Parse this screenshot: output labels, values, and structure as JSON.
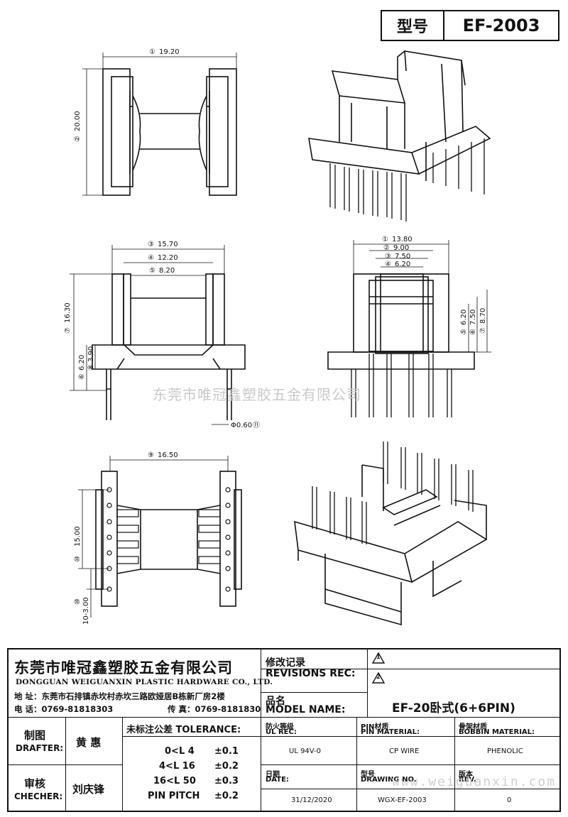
{
  "header": {
    "model_label": "型号",
    "model_value": "EF-2003"
  },
  "views": {
    "top": {
      "d1": "19.20",
      "d2": "20.00",
      "m1": "①",
      "m2": "②"
    },
    "front": {
      "d3": "15.70",
      "d4": "12.20",
      "d5": "8.20",
      "d6": "16.30",
      "d7": "6.20",
      "d8": "3.90",
      "d9": "Φ0.60",
      "m3": "③",
      "m4": "④",
      "m5": "⑤",
      "m6": "⑦",
      "m7": "⑥",
      "m8": "⑧",
      "m9": "⑪"
    },
    "side": {
      "d1": "13.80",
      "d2": "9.00",
      "d3": "7.50",
      "d4": "6.20",
      "d5": "6.20",
      "d6": "7.50",
      "d7": "8.70",
      "m1": "①",
      "m2": "②",
      "m3": "③",
      "m4": "④",
      "m5": "⑤",
      "m6": "⑥",
      "m7": "⑦"
    },
    "bottom": {
      "d1": "16.50",
      "d2": "15.00",
      "d3": "10-3.00",
      "m1": "⑨",
      "m2": "⑩",
      "m3": "⑩"
    }
  },
  "watermark": {
    "company": "东莞市唯冠鑫塑胶五金有限公司",
    "website": "www.weiguanxin.com"
  },
  "title_block": {
    "company_cn": "东莞市唯冠鑫塑胶五金有限公司",
    "company_en": "DONGGUAN WEIGUANXIN PLASTIC HARDWARE CO., LTD.",
    "address": "地  址：东莞市石排镇赤坎村赤坎三路欧娅居B栋新厂房2楼",
    "tel": "电  话：0769-81818303",
    "fax": "传  真：0769-8181830",
    "revisions_cn": "修改记录",
    "revisions_en": "REVISIONS REC:",
    "rev1": "1",
    "rev2": "2",
    "model_name_cn": "品名",
    "model_name_en": "MODEL NAME:",
    "model_name_value": "EF-20卧式(6+6PIN)",
    "drafter_cn": "制图",
    "drafter_en": "DRAFTER:",
    "drafter_name": "黄  惠",
    "checker_cn": "审核",
    "checker_en": "CHECHER:",
    "checker_name": "刘庆锋",
    "tolerance_title": "未标注公差 TOLERANCE:",
    "tolerance": [
      {
        "range": "0<L   4",
        "value": "±0.1"
      },
      {
        "range": "4<L   16",
        "value": "±0.2"
      },
      {
        "range": "16<L   50",
        "value": "±0.3"
      },
      {
        "range": "PIN PITCH",
        "value": "±0.2"
      }
    ],
    "ul_cn": "防火等级",
    "ul_en": "UL REC:",
    "ul_value": "UL 94V-0",
    "pin_cn": "PIN材质",
    "pin_en": "PIN MATERIAL:",
    "pin_value": "CP WIRE",
    "bobbin_cn": "骨架材质",
    "bobbin_en": "BOBBIN MATERIAL:",
    "bobbin_value": "PHENOLIC",
    "date_cn": "日期",
    "date_en": "DATE:",
    "date_value": "31/12/2020",
    "drawing_cn": "型号",
    "drawing_en": "DRAWING NO.",
    "drawing_value": "WGX-EF-2003",
    "rev_cn": "版本",
    "rev_en": "REV.",
    "rev_value": "0"
  }
}
